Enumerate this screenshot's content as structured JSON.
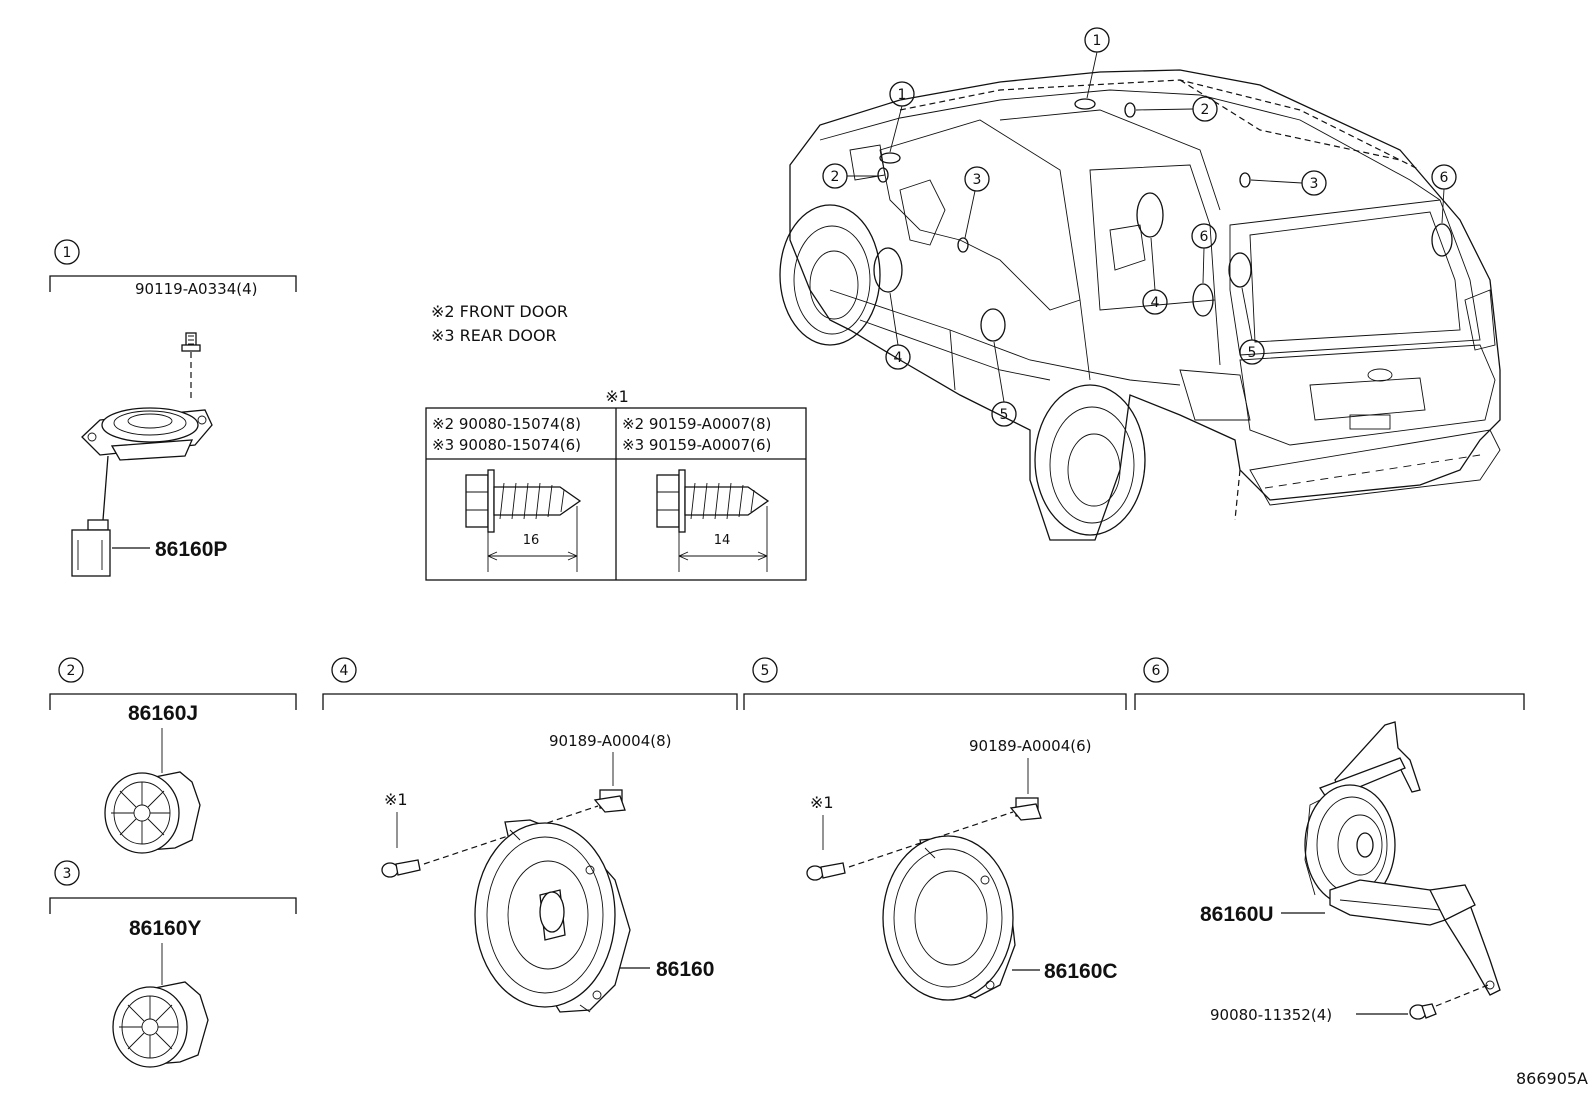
{
  "callouts": {
    "c1": "1",
    "c2": "2",
    "c3": "3",
    "c4": "4",
    "c5": "5",
    "c6": "6"
  },
  "parts": {
    "p86160P": "86160P",
    "p86160J": "86160J",
    "p86160Y": "86160Y",
    "p86160": "86160",
    "p86160C": "86160C",
    "p86160U": "86160U"
  },
  "fasteners": {
    "f1": "90119-A0334(4)",
    "f4": "90189-A0004(8)",
    "f5": "90189-A0004(6)",
    "f6": "90080-11352(4)"
  },
  "notes": {
    "front_door": "※2 FRONT DOOR",
    "rear_door": "※3 REAR DOOR",
    "ref1": "※1"
  },
  "table": {
    "header": "※1",
    "left_r1": "※2 90080-15074(8)",
    "left_r2": "※3 90080-15074(6)",
    "right_r1": "※2 90159-A0007(8)",
    "right_r2": "※3 90159-A0007(6)",
    "left_dim": "16",
    "right_dim": "14"
  },
  "diagram_id": "866905A"
}
